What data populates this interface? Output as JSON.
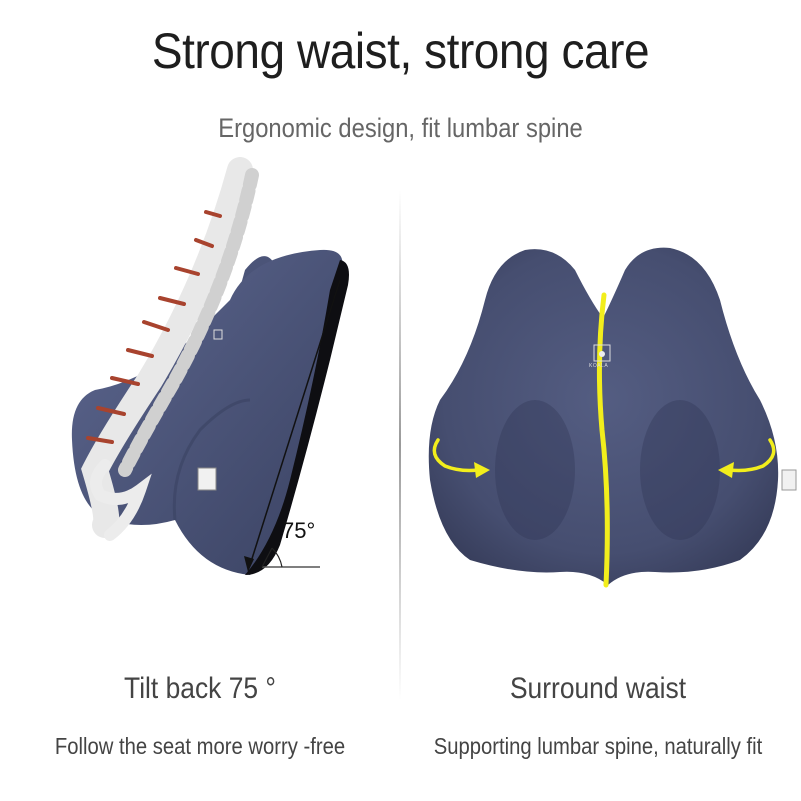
{
  "header": {
    "title": "Strong waist, strong care",
    "subtitle": "Ergonomic design, fit lumbar spine"
  },
  "left_feature": {
    "title": "Tilt back 75 °",
    "description": "Follow the seat more worry -free",
    "angle_label": "75°",
    "image_alt": "Side view of lumbar cushion with spine, tilted back 75 degrees"
  },
  "right_feature": {
    "title": "Surround waist",
    "description": "Supporting lumbar spine, naturally fit",
    "brand_label": "KOALA",
    "image_alt": "Front view of butterfly-shaped lumbar cushion with yellow center line and wrap-around arrows"
  },
  "colors": {
    "cushion": "#4b5478",
    "cushion_dark": "#2f3552",
    "cushion_back": "#0e0e12",
    "accent_yellow": "#f2ee1c",
    "vertebra_disc": "#a8432e",
    "title_text": "#1e1e1e",
    "body_text": "#444444"
  }
}
